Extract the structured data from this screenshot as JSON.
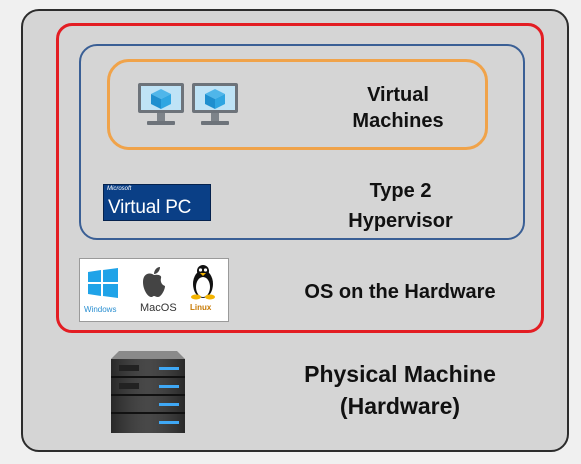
{
  "layers": {
    "virtual_machines": [
      "Virtual",
      "Machines"
    ],
    "hypervisor": [
      "Type 2",
      "Hypervisor"
    ],
    "os": "OS on the Hardware",
    "physical": [
      "Physical Machine",
      "(Hardware)"
    ]
  },
  "hypervisor_logo": {
    "vendor": "Microsoft",
    "product": "Virtual PC"
  },
  "os_logos": [
    {
      "name": "Windows",
      "icon": "windows-logo-icon"
    },
    {
      "name": "MacOS",
      "icon": "apple-logo-icon"
    },
    {
      "name": "Linux",
      "icon": "tux-penguin-icon"
    }
  ],
  "colors": {
    "outer_frame": "#2c2c2c",
    "os_boundary": "#e31d23",
    "hypervisor_boundary": "#3a5f95",
    "vm_boundary": "#f0a34a"
  }
}
